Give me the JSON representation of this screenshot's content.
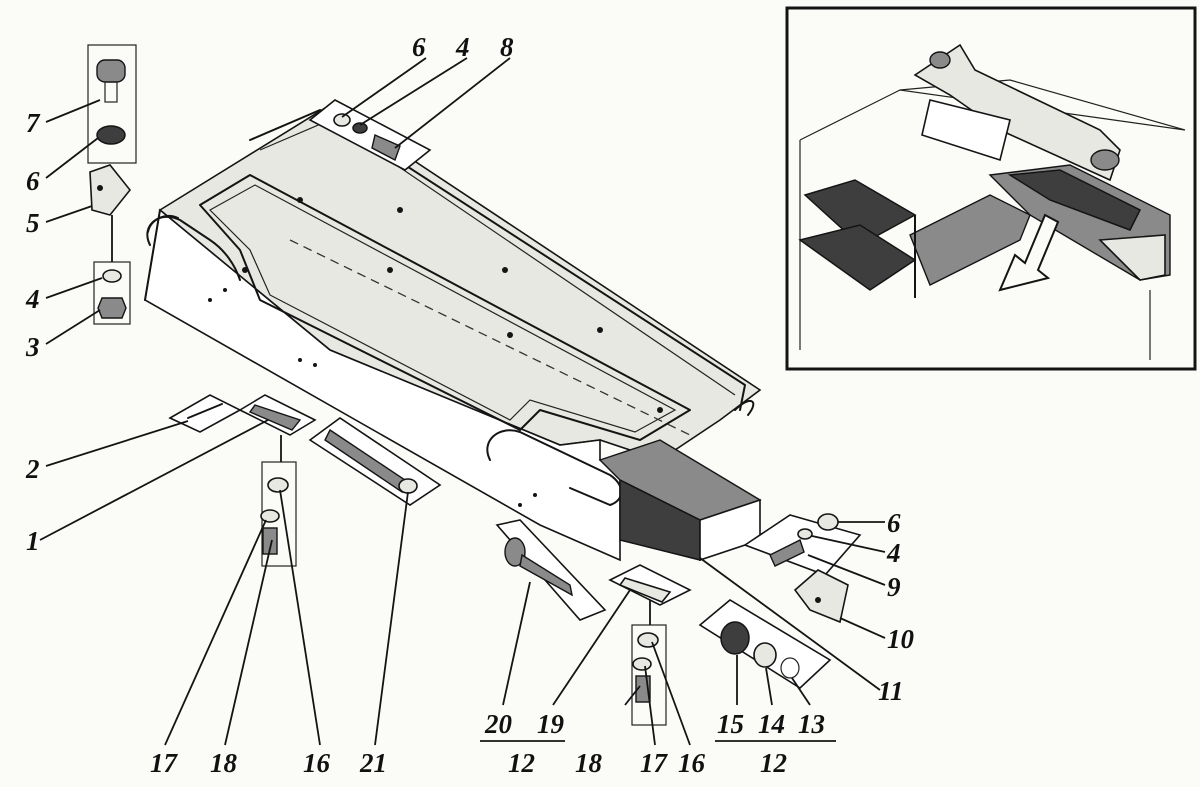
{
  "labels": {
    "l1": "1",
    "l2": "2",
    "l3": "3",
    "l4a": "4",
    "l4b": "4",
    "l4c": "4",
    "l5": "5",
    "l6a": "6",
    "l6b": "6",
    "l6c": "6",
    "l7": "7",
    "l8": "8",
    "l9": "9",
    "l10": "10",
    "l11": "11",
    "l12a": "12",
    "l12b": "12",
    "l13": "13",
    "l14": "14",
    "l15": "15",
    "l16a": "16",
    "l16b": "16",
    "l17a": "17",
    "l17b": "17",
    "l18a": "18",
    "l18b": "18",
    "l19": "19",
    "l20": "20",
    "l21": "21"
  },
  "icons": {
    "inset": "vehicle-location-inset",
    "arrow": "location-arrow-icon"
  },
  "colors": {
    "ink": "#141414",
    "paper": "#fbfbf8"
  }
}
